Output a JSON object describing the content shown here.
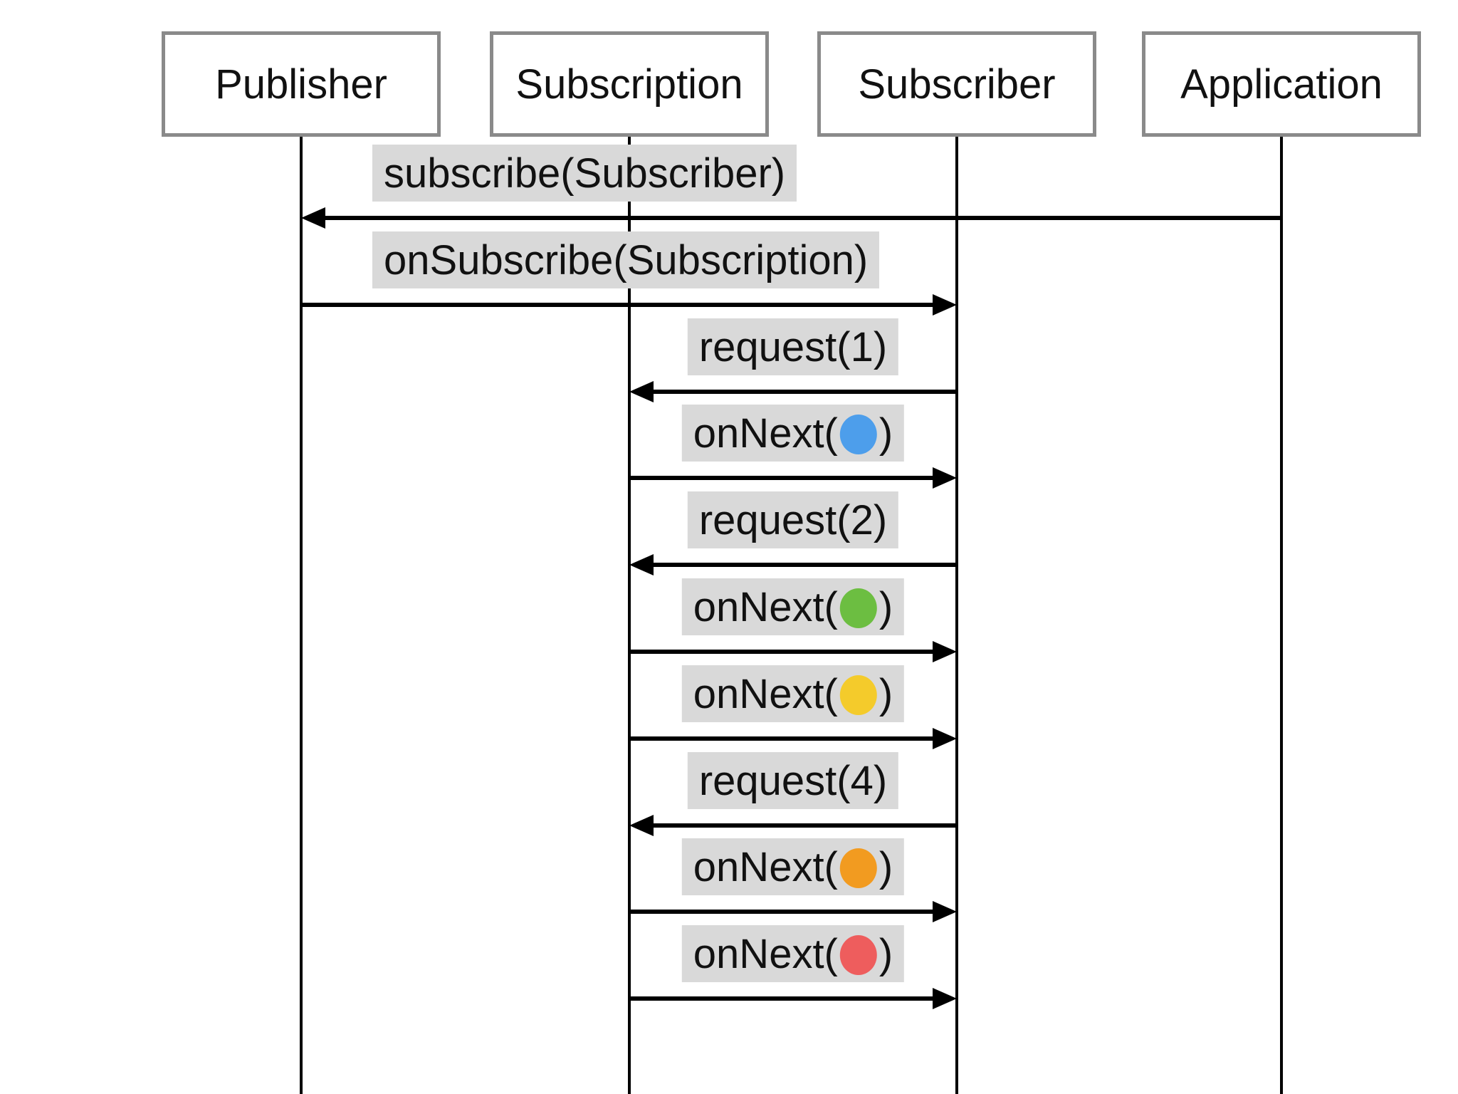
{
  "diagram_type": "sequence-diagram",
  "colors": {
    "label_background": "#d9d9d9",
    "box_border": "#8a8a8a",
    "line_color": "#000000",
    "text_color": "#111111",
    "dot_blue": "#4D9EEB",
    "dot_green": "#6CBE41",
    "dot_yellow": "#F4CB2B",
    "dot_orange": "#F29B20",
    "dot_red": "#EE5D5D"
  },
  "actors": [
    {
      "name": "Publisher"
    },
    {
      "name": "Subscription"
    },
    {
      "name": "Subscriber"
    },
    {
      "name": "Application"
    }
  ],
  "messages": [
    {
      "id": "subscribe",
      "prefix": "subscribe(Subscriber)",
      "suffix": "",
      "dot_color": null,
      "dot_name": null,
      "from": "Application",
      "to": "Publisher"
    },
    {
      "id": "onSubscribe",
      "prefix": "onSubscribe(Subscription)",
      "suffix": "",
      "dot_color": null,
      "dot_name": null,
      "from": "Publisher",
      "to": "Subscriber"
    },
    {
      "id": "request-1",
      "prefix": "request(1)",
      "suffix": "",
      "dot_color": null,
      "dot_name": null,
      "from": "Subscriber",
      "to": "Subscription"
    },
    {
      "id": "onNext-blue",
      "prefix": "onNext(",
      "suffix": ")",
      "dot_color": "#4D9EEB",
      "dot_name": "blue-dot",
      "from": "Subscription",
      "to": "Subscriber"
    },
    {
      "id": "request-2",
      "prefix": "request(2)",
      "suffix": "",
      "dot_color": null,
      "dot_name": null,
      "from": "Subscriber",
      "to": "Subscription"
    },
    {
      "id": "onNext-green",
      "prefix": "onNext(",
      "suffix": ")",
      "dot_color": "#6CBE41",
      "dot_name": "green-dot",
      "from": "Subscription",
      "to": "Subscriber"
    },
    {
      "id": "onNext-yellow",
      "prefix": "onNext(",
      "suffix": ")",
      "dot_color": "#F4CB2B",
      "dot_name": "yellow-dot",
      "from": "Subscription",
      "to": "Subscriber"
    },
    {
      "id": "request-4",
      "prefix": "request(4)",
      "suffix": "",
      "dot_color": null,
      "dot_name": null,
      "from": "Subscriber",
      "to": "Subscription"
    },
    {
      "id": "onNext-orange",
      "prefix": "onNext(",
      "suffix": ")",
      "dot_color": "#F29B20",
      "dot_name": "orange-dot",
      "from": "Subscription",
      "to": "Subscriber"
    },
    {
      "id": "onNext-red",
      "prefix": "onNext(",
      "suffix": ")",
      "dot_color": "#EE5D5D",
      "dot_name": "red-dot",
      "from": "Subscription",
      "to": "Subscriber"
    }
  ]
}
